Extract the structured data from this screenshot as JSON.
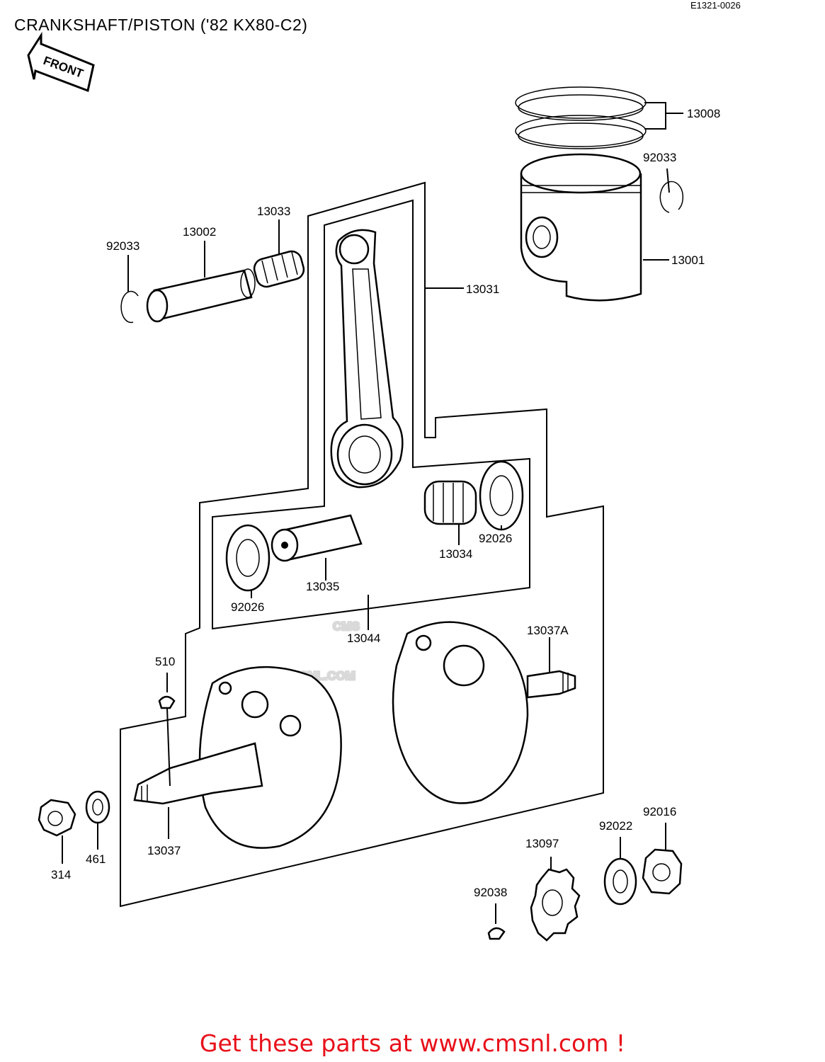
{
  "title": "CRANKSHAFT/PISTON ('82 KX80-C2)",
  "diagram_code": "E1321-0026",
  "front_label": "FRONT",
  "watermark": {
    "brand": "CMS",
    "url": "WWW.CMSNL.COM"
  },
  "parts": [
    {
      "id": "p-13008",
      "number": "13008"
    },
    {
      "id": "p-92033-right",
      "number": "92033"
    },
    {
      "id": "p-13001",
      "number": "13001"
    },
    {
      "id": "p-13033",
      "number": "13033"
    },
    {
      "id": "p-13002",
      "number": "13002"
    },
    {
      "id": "p-92033-left",
      "number": "92033"
    },
    {
      "id": "p-13031",
      "number": "13031"
    },
    {
      "id": "p-92026-right",
      "number": "92026"
    },
    {
      "id": "p-13034",
      "number": "13034"
    },
    {
      "id": "p-13035",
      "number": "13035"
    },
    {
      "id": "p-92026-left",
      "number": "92026"
    },
    {
      "id": "p-13044",
      "number": "13044"
    },
    {
      "id": "p-13037A",
      "number": "13037A"
    },
    {
      "id": "p-510",
      "number": "510"
    },
    {
      "id": "p-13037",
      "number": "13037"
    },
    {
      "id": "p-314",
      "number": "314"
    },
    {
      "id": "p-461",
      "number": "461"
    },
    {
      "id": "p-92016",
      "number": "92016"
    },
    {
      "id": "p-92022",
      "number": "92022"
    },
    {
      "id": "p-13097",
      "number": "13097"
    },
    {
      "id": "p-92038",
      "number": "92038"
    }
  ],
  "cta_text": "Get these parts at www.cmsnl.com !"
}
